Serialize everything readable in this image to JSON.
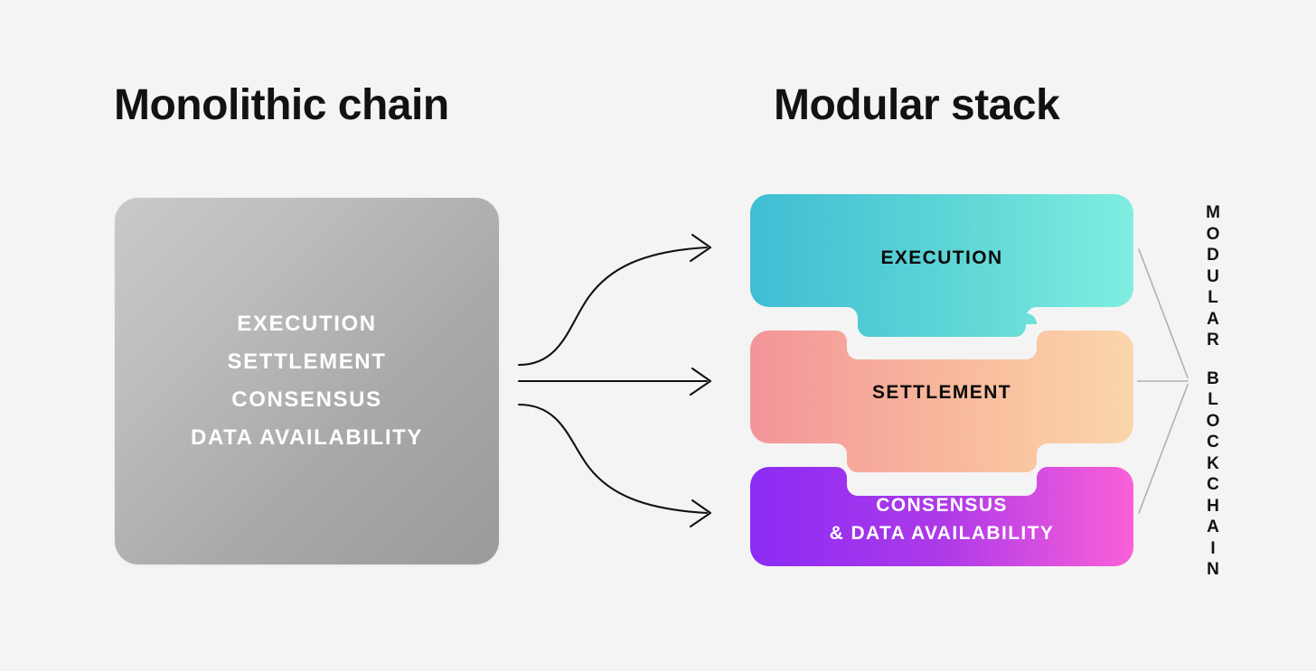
{
  "background_color": "#f4f4f4",
  "columns": {
    "monolithic": {
      "title": "Monolithic chain",
      "block": {
        "name": "monolithic-chain-block",
        "gradient_from": "#c9c9c9",
        "gradient_to": "#9a9a9a",
        "text_color": "#ffffff",
        "layers": [
          "EXECUTION",
          "SETTLEMENT",
          "CONSENSUS",
          "DATA AVAILABILITY"
        ]
      }
    },
    "modular": {
      "title": "Modular stack",
      "blocks": [
        {
          "id": "execution",
          "label": "EXECUTION",
          "label_line_2": "",
          "gradient_from": "#3fbdd4",
          "gradient_to": "#7feee0",
          "text_color": "#0b0b0b"
        },
        {
          "id": "settlement",
          "label": "SETTLEMENT",
          "label_line_2": "",
          "gradient_from": "#f3949a",
          "gradient_to": "#fbd6aa",
          "text_color": "#0b0b0b"
        },
        {
          "id": "consensus-data-availability",
          "label": "CONSENSUS",
          "label_line_2": "& DATA AVAILABILITY",
          "gradient_from": "#8b2bf5",
          "gradient_to": "#fb60d8",
          "text_color": "#ffffff"
        }
      ]
    }
  },
  "arrows": {
    "color": "#121212",
    "count": 3,
    "descriptions": [
      "curve-up-to-execution",
      "straight-to-settlement",
      "curve-down-to-consensus"
    ]
  },
  "bracket": {
    "color": "#b0b0b0"
  },
  "right_caption": {
    "text": "MODULAR BLOCKCHAIN",
    "word_1": "MODULAR",
    "word_2": "BLOCKCHAIN",
    "letters_1": [
      "M",
      "O",
      "D",
      "U",
      "L",
      "A",
      "R"
    ],
    "letters_2": [
      "B",
      "L",
      "O",
      "C",
      "K",
      "C",
      "H",
      "A",
      "I",
      "N"
    ],
    "color": "#121212",
    "orientation": "vertical-stacked-upright"
  }
}
